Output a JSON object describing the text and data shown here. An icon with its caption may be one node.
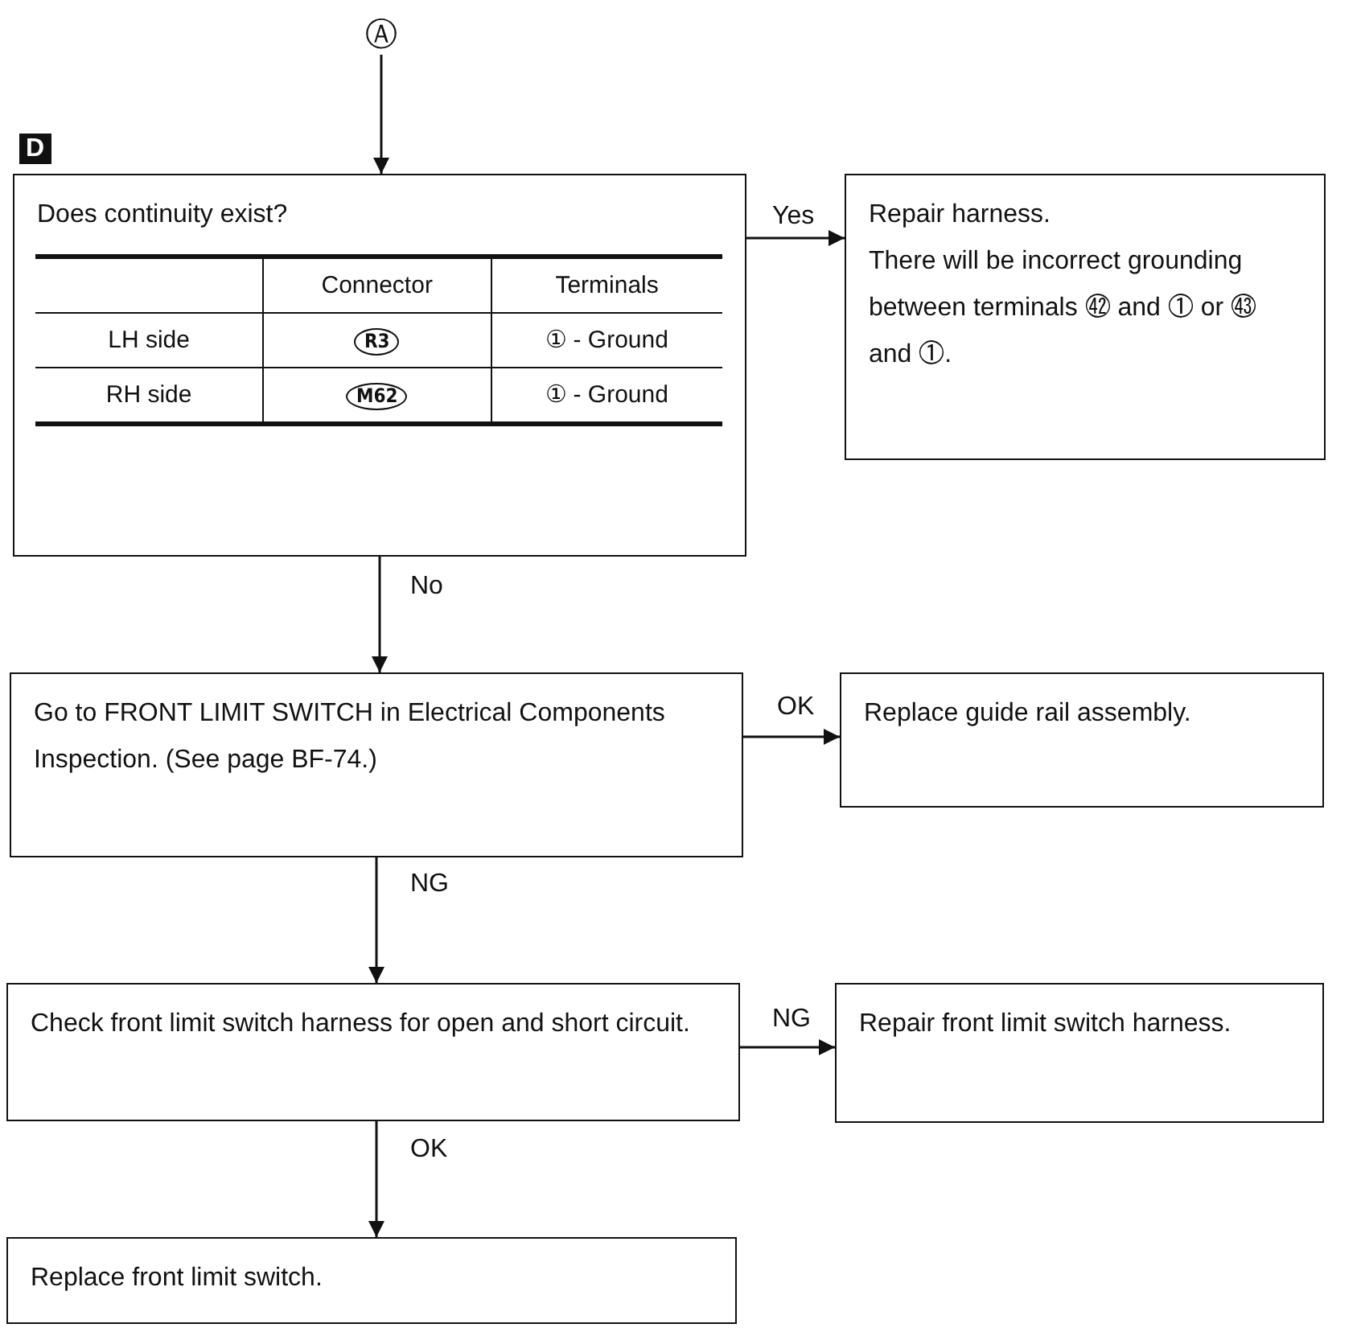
{
  "diagram": {
    "nodes": [
      {
        "text": [
          "Ⓐ"
        ]
      },
      {
        "text": [
          "Does continuity exist?"
        ]
      },
      {
        "text": [
          "Repair harness.",
          "There will be incorrect grounding between terminals ㊷ and ① or ㊸ and ①."
        ]
      },
      {
        "text": [
          "Go to FRONT LIMIT SWITCH in Electrical Components Inspection. (See page BF-74.)"
        ]
      },
      {
        "text": [
          "Replace guide rail assembly."
        ]
      },
      {
        "text": [
          "Check front limit switch harness for open and short circuit."
        ]
      },
      {
        "text": [
          "Repair front limit switch harness."
        ]
      },
      {
        "text": [
          "Replace front limit switch."
        ]
      }
    ],
    "edges": [
      {
        "from": 0,
        "to": 1,
        "arrow": "to"
      },
      {
        "from": 1,
        "to": 2,
        "arrow": "to",
        "label": "Yes"
      },
      {
        "from": 1,
        "to": 3,
        "arrow": "to",
        "label": "No"
      },
      {
        "from": 3,
        "to": 4,
        "arrow": "to",
        "label": "OK"
      },
      {
        "from": 3,
        "to": 5,
        "arrow": "to",
        "label": "NG"
      },
      {
        "from": 5,
        "to": 6,
        "arrow": "to",
        "label": "NG"
      },
      {
        "from": 5,
        "to": 7,
        "arrow": "to",
        "label": "OK"
      }
    ],
    "labels": [
      "D",
      "Connector",
      "Terminals",
      "LH side",
      "R3",
      "① - Ground",
      "RH side",
      "M62",
      "① - Ground"
    ]
  }
}
